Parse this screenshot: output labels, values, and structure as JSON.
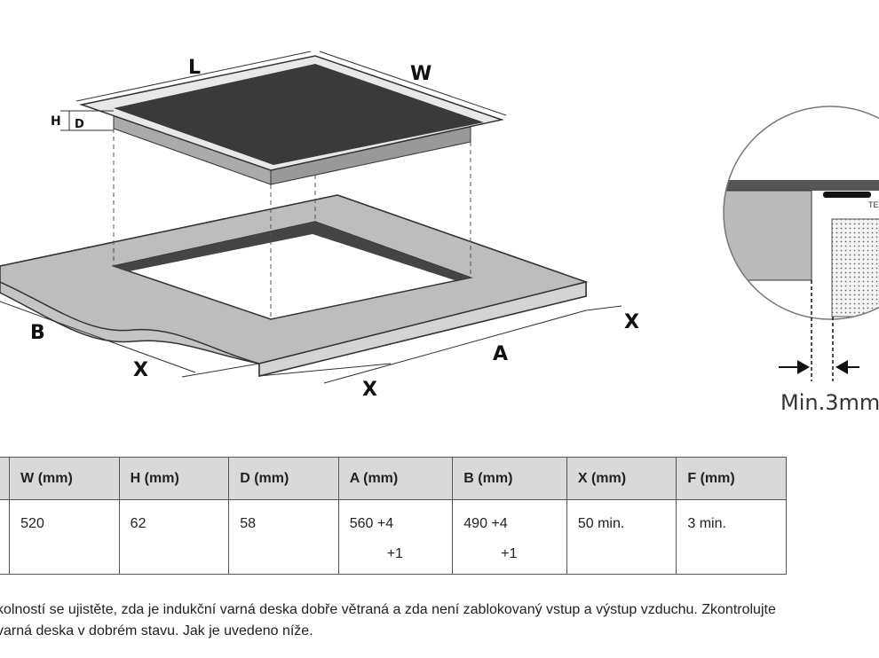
{
  "diagram": {
    "labels": {
      "L": "L",
      "W": "W",
      "H": "H",
      "D": "D",
      "A": "A",
      "B": "B",
      "X1": "X",
      "X2": "X",
      "X3": "X",
      "detail_partial": "TE",
      "min_gap": "Min.3mm"
    }
  },
  "table": {
    "headers": [
      "W (mm)",
      "H (mm)",
      "D (mm)",
      "A (mm)",
      "B (mm)",
      "X (mm)",
      "F (mm)"
    ],
    "row": {
      "W": "520",
      "H": "62",
      "D": "58",
      "A": "560 +4",
      "A_tol": "+1",
      "B": "490 +4",
      "B_tol": "+1",
      "X": "50 min.",
      "F": "3 min."
    }
  },
  "text": {
    "line1": "kolností se ujistěte, zda je indukční varná deska dobře větraná a zda není zablokovaný vstup a výstup vzduchu. Zkontrolujte",
    "line2": "varná deska v dobrém stavu. Jak je uvedeno níže."
  }
}
